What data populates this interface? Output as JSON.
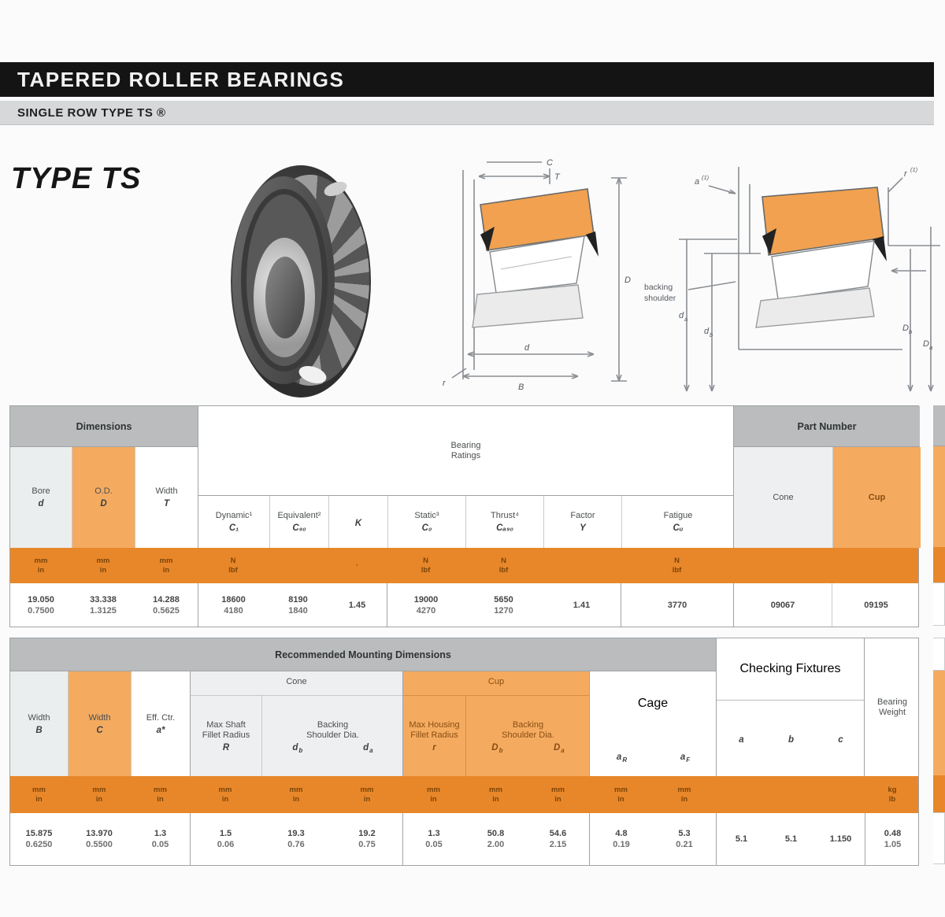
{
  "header": {
    "title": "TAPERED ROLLER BEARINGS",
    "subtitle": "SINGLE ROW TYPE TS ®",
    "section_heading": "TYPE TS"
  },
  "diagram1": {
    "labels": {
      "T": "T",
      "C": "C",
      "D": "D",
      "B": "B",
      "d": "d",
      "r": "r"
    }
  },
  "diagram2": {
    "note1": "backing",
    "note2": "shoulder",
    "labels": {
      "a": "a",
      "a_sup": "(1)",
      "r": "r",
      "r_sup": "(1)",
      "db": "d",
      "db_sub": "b",
      "da": "d",
      "da_sub": "a",
      "Db": "D",
      "Db_sub": "b",
      "Da": "D",
      "Da_sub": "a"
    }
  },
  "t1": {
    "g_dim": "Dimensions",
    "g_rat1": "Bearing",
    "g_rat2": "Ratings",
    "g_part": "Part Number",
    "h": {
      "bore_l": "Bore",
      "bore_s": "d",
      "od_l": "O.D.",
      "od_s": "D",
      "w_l": "Width",
      "w_s": "T",
      "c1_l": "Dynamic¹",
      "c1_s": "C₁",
      "c90_l": "Equivalent²",
      "c90_s": "C₉₀",
      "k_s": "K",
      "c0_l": "Static³",
      "c0_s": "C₀",
      "ca_l": "Thrust⁴",
      "ca_s": "Cₐ₉₀",
      "y_l": "Factor",
      "y_s": "Y",
      "cu_l": "Fatigue",
      "cu_s": "Cᵤ",
      "cone": "Cone",
      "cup": "Cup"
    },
    "u": {
      "mm": "mm",
      "in": "in",
      "n": "N",
      "lbf": "lbf",
      "dot": "·"
    },
    "r": {
      "bore_mm": "19.050",
      "bore_in": "0.7500",
      "od_mm": "33.338",
      "od_in": "1.3125",
      "w_mm": "14.288",
      "w_in": "0.5625",
      "c1_n": "18600",
      "c1_lbf": "4180",
      "c90_n": "8190",
      "c90_lbf": "1840",
      "k": "1.45",
      "c0_n": "19000",
      "c0_lbf": "4270",
      "ca_n": "5650",
      "ca_lbf": "1270",
      "y": "1.41",
      "cu": "3770",
      "cone": "09067",
      "cup": "09195"
    }
  },
  "t2": {
    "g_mount": "Recommended Mounting Dimensions",
    "g_cone": "Cone",
    "g_cup": "Cup",
    "g_cage": "Cage",
    "chk_title": "Checking Fixtures",
    "chk_a": "a",
    "chk_b": "b",
    "chk_c": "c",
    "wt1": "Bearing",
    "wt2": "Weight",
    "h": {
      "b_l": "Width",
      "b_s": "B",
      "c_l": "Width",
      "c_s": "C",
      "a_l": "Eff. Ctr.",
      "a_s": "a*",
      "R_l1": "Max Shaft",
      "R_l2": "Fillet Radius",
      "R_s": "R",
      "db_l1": "Backing",
      "db_l2": "Shoulder Dia.",
      "db_s": "d",
      "db_sub": "b",
      "da_s": "d",
      "da_sub": "a",
      "r_l1": "Max Housing",
      "r_l2": "Fillet Radius",
      "r_s": "r",
      "Db_l1": "Backing",
      "Db_l2": "Shoulder Dia.",
      "Db_s": "D",
      "Db_sub": "b",
      "Da_s": "D",
      "Da_sub": "a",
      "a1_s": "a",
      "a1_sub": "R",
      "a2_s": "a",
      "a2_sub": "F"
    },
    "u": {
      "mm": "mm",
      "in": "in",
      "kg": "kg",
      "lb": "lb"
    },
    "r": {
      "b_mm": "15.875",
      "b_in": "0.6250",
      "c_mm": "13.970",
      "c_in": "0.5500",
      "a_mm": "1.3",
      "a_in": "0.05",
      "R_mm": "1.5",
      "R_in": "0.06",
      "db_mm": "19.3",
      "db_in": "0.76",
      "da_mm": "19.2",
      "da_in": "0.75",
      "r_mm": "1.3",
      "r_in": "0.05",
      "Db_mm": "50.8",
      "Db_in": "2.00",
      "Da_mm": "54.6",
      "Da_in": "2.15",
      "a1_mm": "4.8",
      "a1_in": "0.19",
      "a2_mm": "5.3",
      "a2_in": "0.21",
      "f_a": "5.1",
      "f_b": "5.1",
      "f_c": "1.150",
      "wt_kg": "0.48",
      "wt_lb": "1.05"
    }
  }
}
